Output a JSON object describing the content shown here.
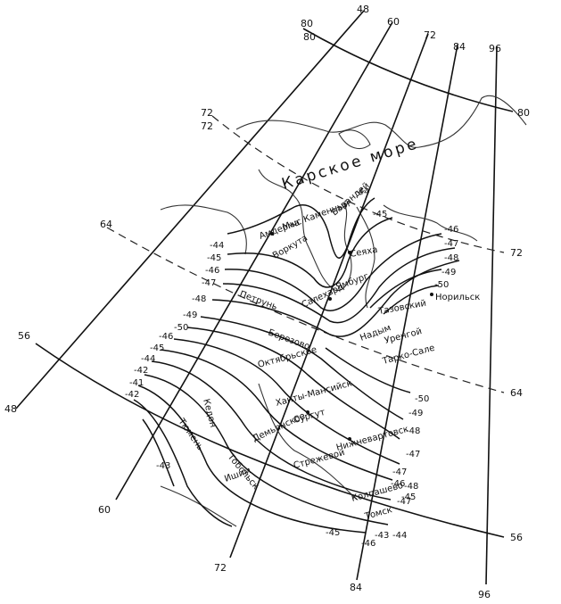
{
  "map": {
    "sea_label": "Карское море",
    "meridian_labels": [
      "48",
      "60",
      "72",
      "84",
      "96",
      "48",
      "60",
      "72",
      "84",
      "96"
    ],
    "parallel_labels": [
      "80",
      "80",
      "72",
      "72",
      "64",
      "56",
      "56",
      "64",
      "72",
      "80"
    ],
    "isotherm_labels": [
      "-44",
      "-45",
      "-46",
      "-47",
      "-48",
      "-49",
      "-50",
      "-46",
      "-47",
      "-48",
      "-49",
      "-50",
      "-44",
      "-45",
      "-46",
      "-47",
      "-48",
      "-47",
      "-46",
      "-45",
      "-43",
      "-42",
      "-41",
      "-42",
      "-43",
      "-44",
      "-45",
      "-46",
      "-47",
      "-48",
      "-49",
      "-50",
      "-44",
      "-45"
    ],
    "places": [
      "Мыс Каменный",
      "Амдерма",
      "Варандей",
      "Воркута",
      "Салехард",
      "Ямбург",
      "Тазовский",
      "Сеяха",
      "Норильск",
      "Уренгой",
      "Надым",
      "Тарко-Сале",
      "Петрунь",
      "Ханты-Мансийск",
      "Березово",
      "Октябрьское",
      "Нижневартовск",
      "Сургут",
      "Демьянское",
      "Тобольск",
      "Ишим",
      "Тюмень",
      "Колпашево",
      "Томск",
      "Стрежевой",
      "Кедон"
    ]
  }
}
